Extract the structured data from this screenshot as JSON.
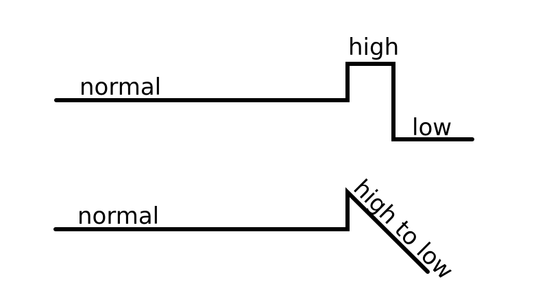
{
  "diagrams": [
    {
      "labels": {
        "normal": "normal",
        "high": "high",
        "low": "low"
      }
    },
    {
      "labels": {
        "normal": "normal",
        "high_to_low": "high to low"
      }
    }
  ],
  "colors": {
    "line": "#000000",
    "background": "#ffffff"
  }
}
